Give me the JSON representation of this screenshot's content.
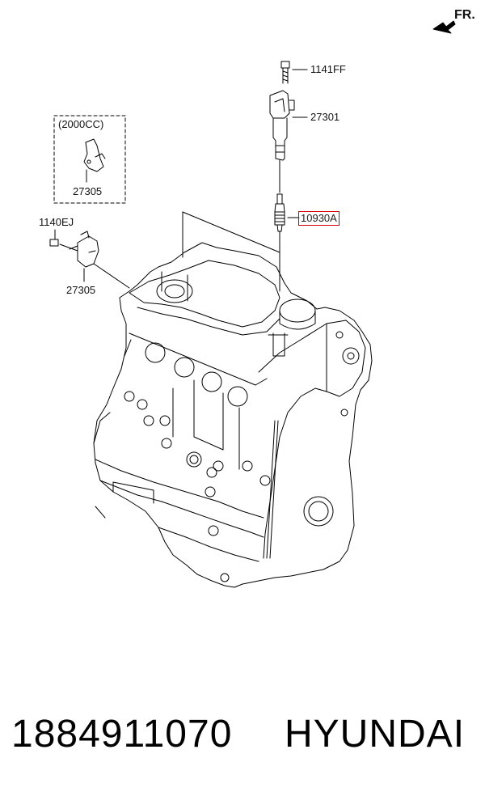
{
  "direction_label": "FR.",
  "callouts": {
    "bolt": "1141FF",
    "ignition_coil": "27301",
    "variant_note": "(2000CC)",
    "sensor_variant": "27305",
    "bolt_left": "1140EJ",
    "sensor_main": "27305",
    "spark_plug": "10930A"
  },
  "highlight_color": "#d40000",
  "footer": {
    "part_number": "1884911070",
    "brand": "HYUNDAI"
  }
}
